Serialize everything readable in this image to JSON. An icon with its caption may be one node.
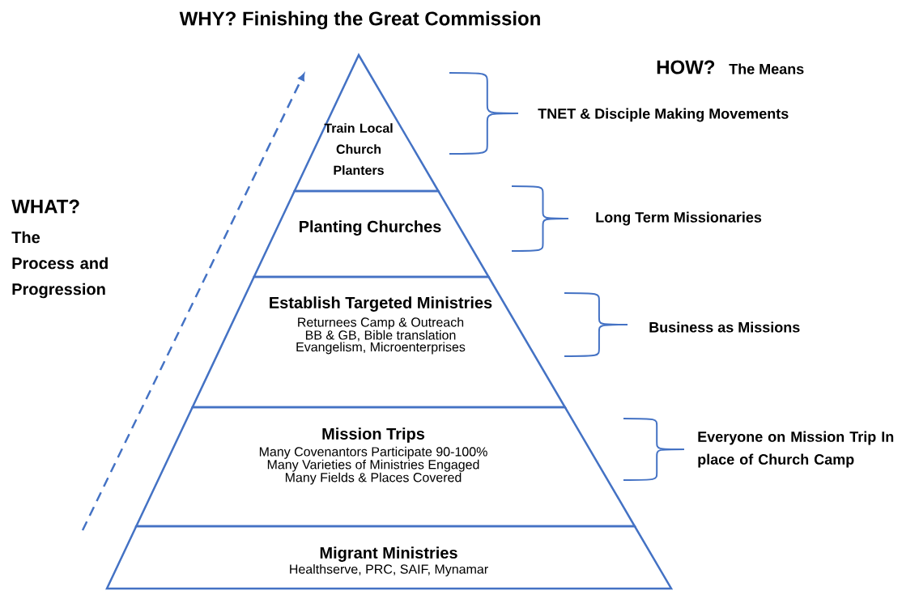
{
  "diagram": {
    "title": "WHY? Finishing the Great Commission",
    "nodes": [
      {
        "text": [
          "Train Local Church Planters"
        ]
      },
      {
        "text": [
          "Planting Churches"
        ]
      },
      {
        "text": [
          "Establish Targeted Ministries",
          "Returnees Camp & Outreach",
          "BB & GB, Bible translation",
          "Evangelism, Microenterprises"
        ]
      },
      {
        "text": [
          "Mission Trips",
          "Many Covenantors Participate 90-100%",
          "Many Varieties of Ministries Engaged",
          "Many Fields & Places Covered"
        ]
      },
      {
        "text": [
          "Migrant Ministries",
          "Healthserve, PRC, SAIF, Mynamar"
        ]
      }
    ],
    "labels": [
      "HOW?",
      "The Means",
      "TNET & Disciple Making Movements",
      "WHAT?",
      "The Process and Progression",
      "Long Term Missionaries",
      "Business as Missions",
      "Everyone on Mission Trip In place of Church Camp"
    ]
  }
}
